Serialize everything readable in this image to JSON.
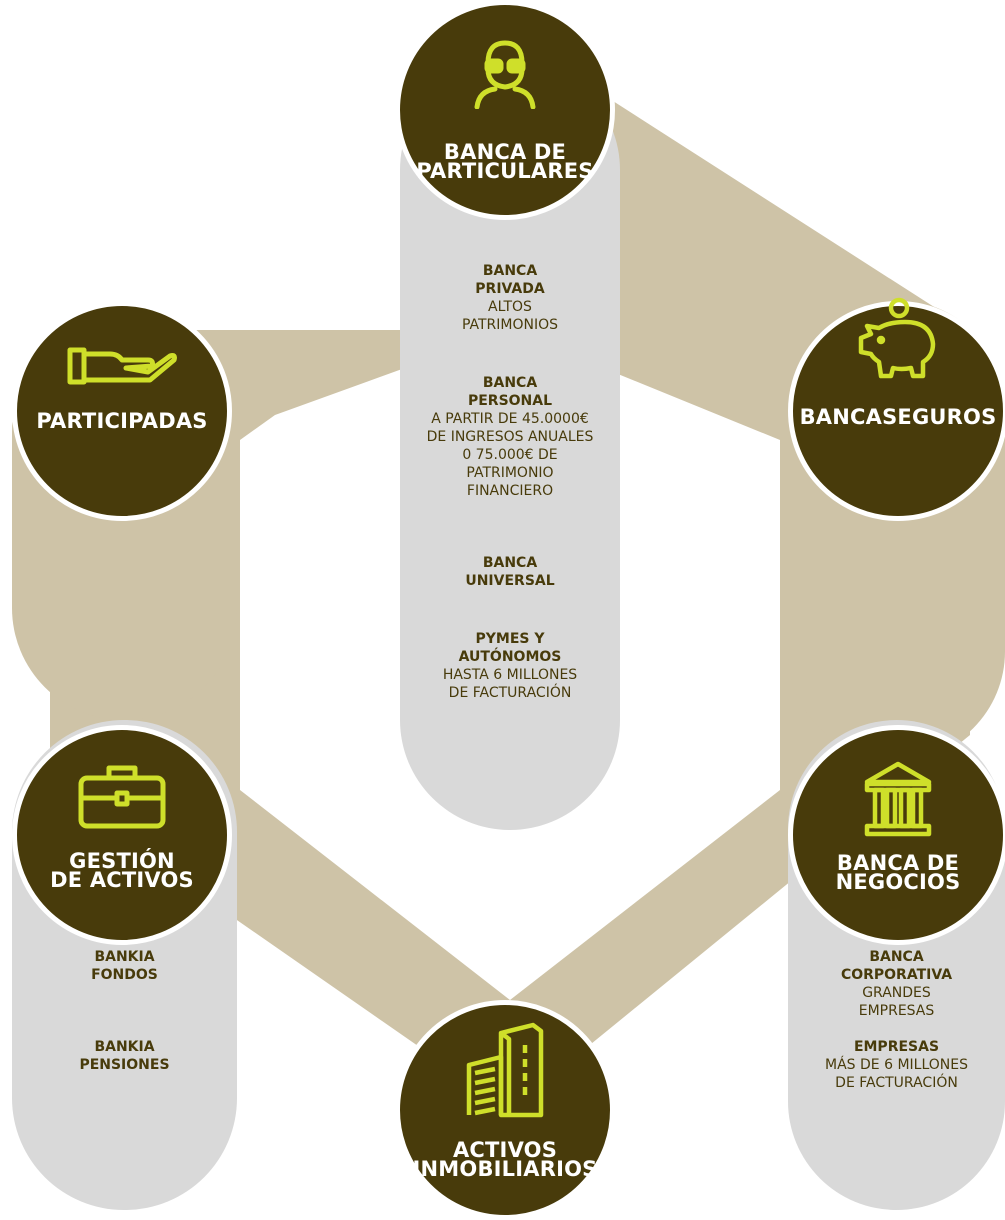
{
  "colors": {
    "hexagon": "#cec3a7",
    "pill": "#d9d9d9",
    "node": "#483b0b",
    "icon": "#cfdf2a",
    "text": "#483b0b"
  },
  "nodes": {
    "particulares": {
      "icon": "person-glasses-icon",
      "title": [
        "BANCA DE",
        "PARTICULARES"
      ]
    },
    "participadas": {
      "icon": "hand-icon",
      "title": [
        "PARTICIPADAS"
      ]
    },
    "bancaseguros": {
      "icon": "piggy-bank-icon",
      "title": [
        "BANCASEGUROS"
      ]
    },
    "gestion": {
      "icon": "briefcase-icon",
      "title": [
        "GESTIÓN",
        "DE ACTIVOS"
      ]
    },
    "negocios": {
      "icon": "bank-building-icon",
      "title": [
        "BANCA DE",
        "NEGOCIOS"
      ]
    },
    "inmobiliarios": {
      "icon": "buildings-icon",
      "title": [
        "ACTIVOS",
        "INMOBILIARIOS"
      ]
    }
  },
  "lists": {
    "particulares": [
      {
        "bold": [
          "BANCA",
          "PRIVADA"
        ],
        "normal": [
          "ALTOS",
          "PATRIMONIOS"
        ]
      },
      {
        "bold": [
          "BANCA",
          "PERSONAL"
        ],
        "normal": [
          "A PARTIR DE 45.0000€",
          "DE INGRESOS ANUALES",
          "0 75.000€ DE",
          "PATRIMONIO",
          "FINANCIERO"
        ]
      },
      {
        "bold": [
          "BANCA",
          "UNIVERSAL"
        ],
        "normal": []
      },
      {
        "bold": [
          "PYMES Y",
          "AUTÓNOMOS"
        ],
        "normal": [
          "HASTA 6 MILLONES",
          "DE FACTURACIÓN"
        ]
      }
    ],
    "gestion": [
      {
        "bold": [
          "BANKIA",
          "FONDOS"
        ],
        "normal": []
      },
      {
        "bold": [
          "BANKIA",
          "PENSIONES"
        ],
        "normal": []
      }
    ],
    "negocios": [
      {
        "bold": [
          "BANCA",
          "CORPORATIVA"
        ],
        "normal": [
          "GRANDES",
          "EMPRESAS"
        ]
      },
      {
        "bold": [
          "EMPRESAS"
        ],
        "normal": [
          "MÁS DE 6 MILLONES",
          "DE FACTURACIÓN"
        ]
      }
    ]
  }
}
